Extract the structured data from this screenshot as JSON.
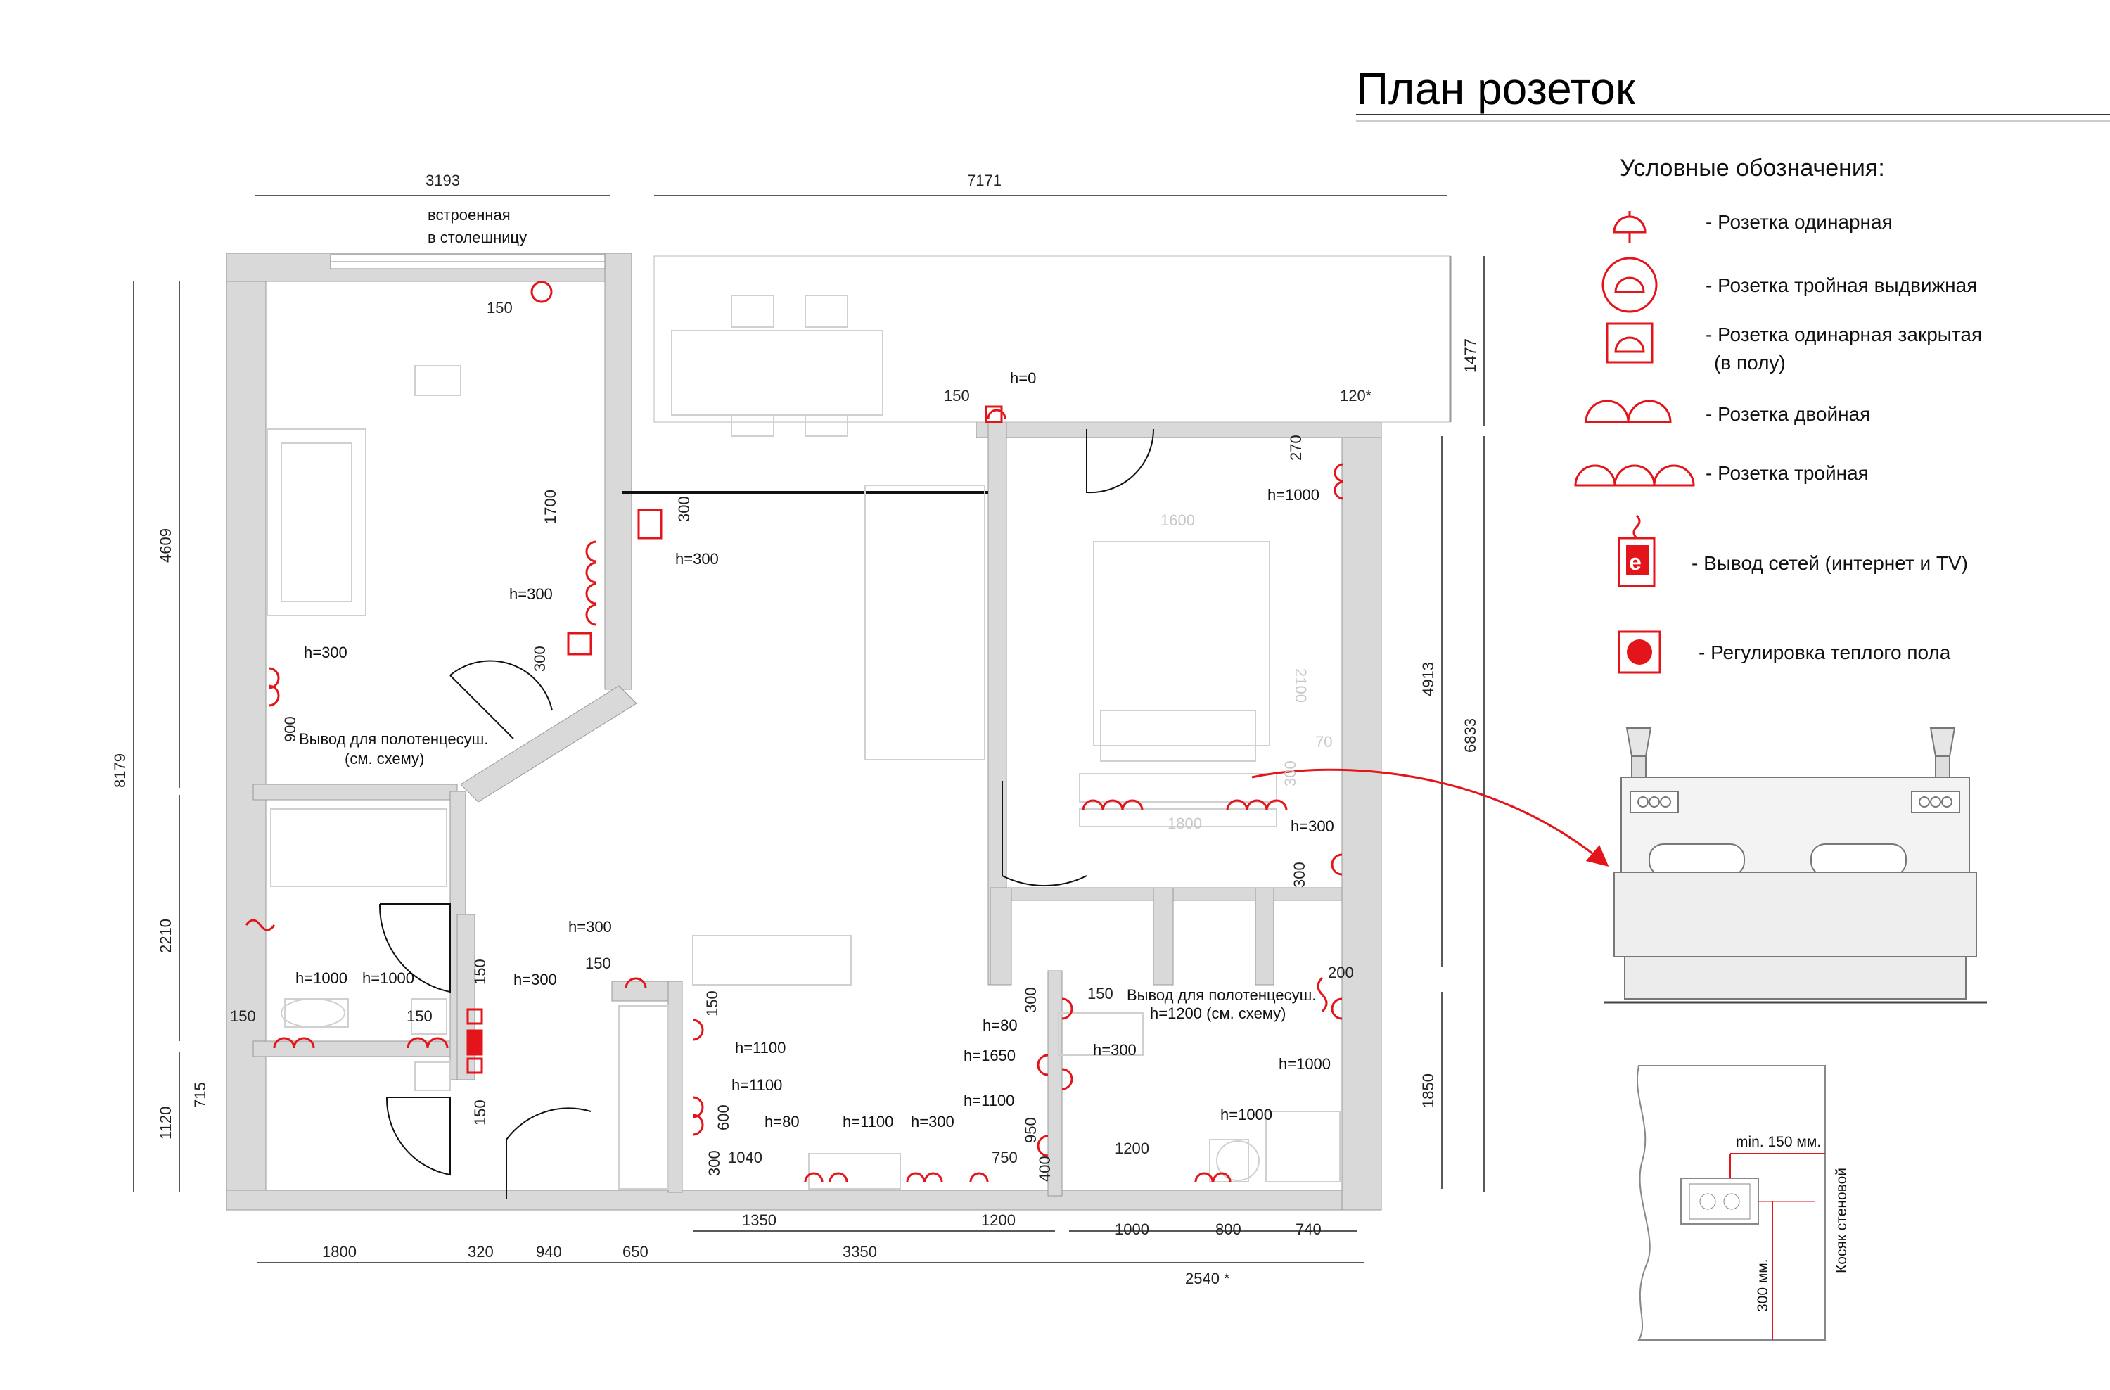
{
  "title": "План розеток",
  "legend": {
    "heading": "Условные обозначения:",
    "items": [
      {
        "icon": "single-socket-icon",
        "label": "- Розетка одинарная"
      },
      {
        "icon": "triple-popup-socket-icon",
        "label": "- Розетка тройная выдвижная"
      },
      {
        "icon": "floor-socket-icon",
        "label": "- Розетка одинарная закрытая",
        "label2": "(в полу)"
      },
      {
        "icon": "double-socket-icon",
        "label": "- Розетка двойная"
      },
      {
        "icon": "triple-socket-icon",
        "label": "- Розетка тройная"
      },
      {
        "icon": "network-outlet-icon",
        "label": "- Вывод сетей (интернет и TV)"
      },
      {
        "icon": "floor-heating-control-icon",
        "label": "- Регулировка теплого пола"
      }
    ]
  },
  "colors": {
    "accent": "#e3151a",
    "wall": "#d9d9d9",
    "line": "#222222",
    "faint": "#cfcfcf"
  },
  "dimensions": {
    "top": [
      "3193",
      "7171"
    ],
    "left": [
      "8179",
      "4609",
      "2210",
      "1120",
      "900",
      "715"
    ],
    "right": [
      "1477",
      "4913",
      "6833",
      "1850"
    ],
    "bottom_row1": [
      "1350",
      "1200",
      "1000",
      "800",
      "740"
    ],
    "bottom_row2": [
      "1800",
      "320",
      "940",
      "650",
      "3350",
      "2540 *"
    ],
    "inner": [
      "1700",
      "300",
      "300",
      "150",
      "150",
      "150",
      "150",
      "150",
      "150",
      "150",
      "150",
      "150",
      "270",
      "120*",
      "300",
      "300",
      "300",
      "400",
      "950",
      "600",
      "1040",
      "750",
      "1200",
      "200",
      "1600",
      "2100",
      "1800",
      "70",
      "300"
    ]
  },
  "annotations": {
    "builtin": "встроенная",
    "builtin2": "в столешницу",
    "h0": "h=0",
    "h1000a": "h=1000",
    "h300": "h=300",
    "towel1": "Вывод для полотенцесуш.",
    "towel1b": "(см. схему)",
    "towel2": "Вывод для полотенцесуш.",
    "towel2b": "h=1200 (см. схему)",
    "h1100": "h=1100",
    "h80": "h=80",
    "h1650": "h=1650"
  },
  "detail": {
    "min": "min. 150 мм.",
    "h": "300 мм.",
    "jamb": "Косяк стеновой"
  }
}
